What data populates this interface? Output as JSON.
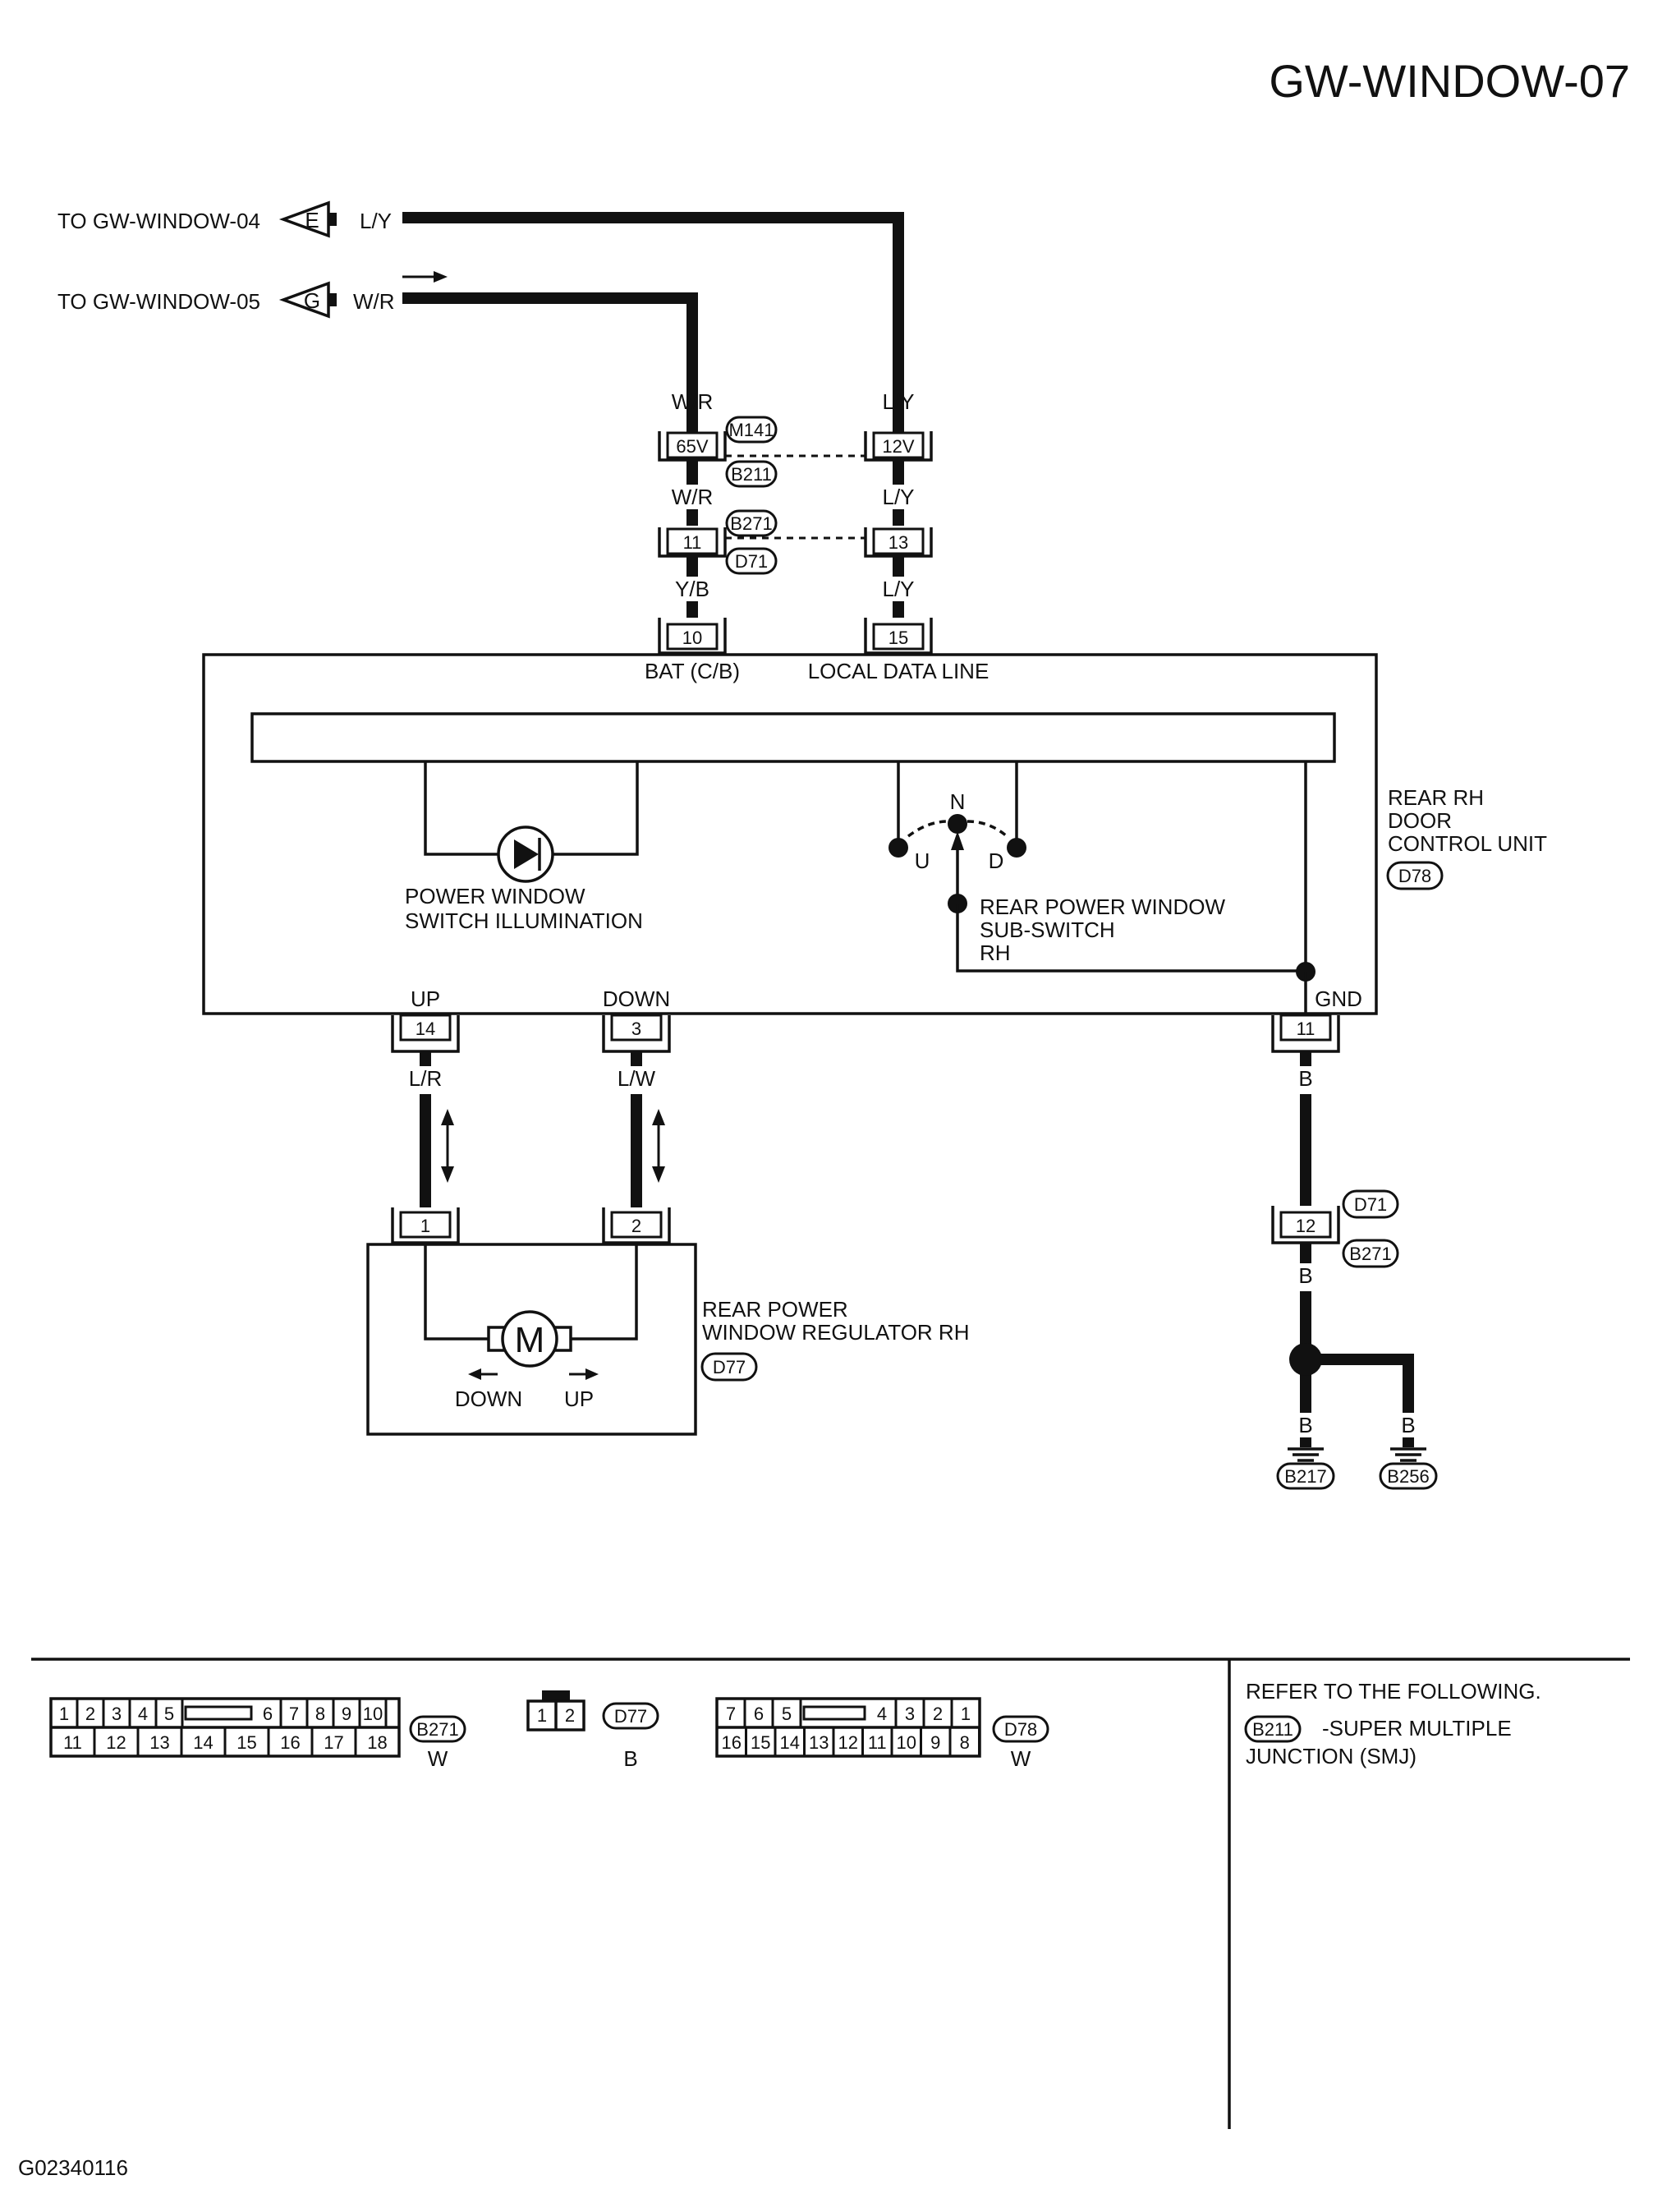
{
  "page": {
    "title": "GW-WINDOW-07",
    "figure_id": "G02340116"
  },
  "inputs": [
    {
      "dest": "TO GW-WINDOW-04",
      "connector": "E",
      "color": "L/Y"
    },
    {
      "dest": "TO GW-WINDOW-05",
      "connector": "G",
      "color": "W/R"
    }
  ],
  "wires": {
    "left_top": "W/R",
    "right_top": "L/Y",
    "left_mid": "W/R",
    "right_mid": "L/Y",
    "left_low": "Y/B",
    "right_low": "L/Y",
    "up": "L/R",
    "down": "L/W",
    "gnd1": "B",
    "gnd2": "B",
    "gnd3": "B",
    "gnd4": "B"
  },
  "inline_connectors": {
    "c1": {
      "left_pin": "65V",
      "right_pin": "12V",
      "top": "M141",
      "bottom": "B211"
    },
    "c2": {
      "left_pin": "11",
      "right_pin": "13",
      "top": "B271",
      "bottom": "D71"
    },
    "gnd": {
      "pin": "12",
      "top": "D71",
      "bottom": "B271"
    }
  },
  "control_unit": {
    "name_lines": [
      "REAR RH",
      "DOOR",
      "CONTROL UNIT"
    ],
    "code": "D78",
    "terminals": {
      "bat": {
        "pin": "10",
        "label": "BAT (C/B)"
      },
      "data": {
        "pin": "15",
        "label": "LOCAL DATA LINE"
      },
      "up": {
        "pin": "14",
        "label": "UP"
      },
      "down": {
        "pin": "3",
        "label": "DOWN"
      },
      "gnd": {
        "pin": "11",
        "label": "GND"
      }
    },
    "illum_lines": [
      "POWER WINDOW",
      "SWITCH ILLUMINATION"
    ],
    "switch": {
      "n": "N",
      "u": "U",
      "d": "D",
      "lines": [
        "REAR POWER WINDOW",
        "SUB-SWITCH",
        "RH"
      ]
    }
  },
  "regulator": {
    "name_lines": [
      "REAR POWER",
      "WINDOW REGULATOR RH"
    ],
    "code": "D77",
    "pin1": "1",
    "pin2": "2",
    "motor": "M",
    "down": "DOWN",
    "up": "UP"
  },
  "grounds": [
    "B217",
    "B256"
  ],
  "connector_views": [
    {
      "code": "B271",
      "color": "W",
      "row1": [
        "1",
        "2",
        "3",
        "4",
        "5",
        "6",
        "7",
        "8",
        "9",
        "10"
      ],
      "row2": [
        "11",
        "12",
        "13",
        "14",
        "15",
        "16",
        "17",
        "18"
      ]
    },
    {
      "code": "D77",
      "color": "B",
      "row1": [
        "1",
        "2"
      ]
    },
    {
      "code": "D78",
      "color": "W",
      "row1": [
        "7",
        "6",
        "5",
        "4",
        "3",
        "2",
        "1"
      ],
      "row2": [
        "16",
        "15",
        "14",
        "13",
        "12",
        "11",
        "10",
        "9",
        "8"
      ]
    }
  ],
  "reference": {
    "heading": "REFER TO THE FOLLOWING.",
    "code": "B211",
    "line1": "-SUPER MULTIPLE",
    "line2": "JUNCTION (SMJ)"
  }
}
